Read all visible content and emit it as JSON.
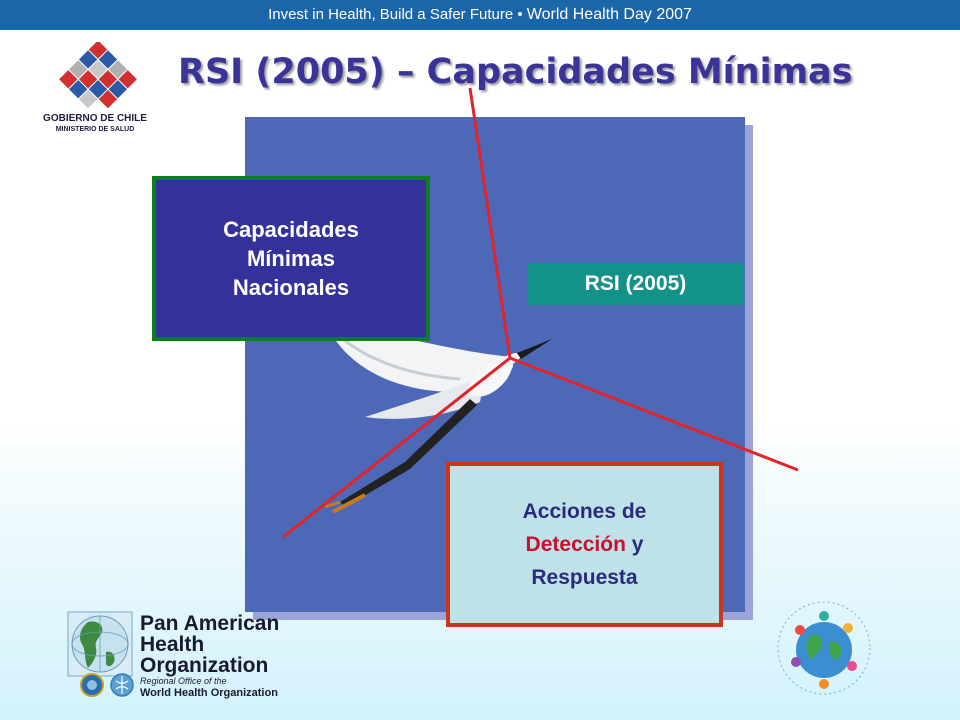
{
  "header": {
    "banner_left": "Invest in Health, Build a Safer Future",
    "banner_sep": " • ",
    "banner_right": "World Health Day 2007"
  },
  "title": "RSI (2005) –  Capacidades Mínimas",
  "chile_logo": {
    "icon": "chile-government-emblem-icon",
    "line1": "GOBIERNO DE CHILE",
    "line2": "MINISTERIO DE SALUD"
  },
  "boxes": {
    "capacidades": [
      "Capacidades",
      "Mínimas",
      "Nacionales"
    ],
    "rsi": "RSI (2005)",
    "acciones": {
      "line1": "Acciones de",
      "line2_red": "Detección",
      "line2_rest": " y",
      "line3": "Respuesta"
    }
  },
  "photo": {
    "icon": "flying-egret-photo"
  },
  "footer": {
    "paho_icon": "paho-globe-icon",
    "paho_name": [
      "Pan American",
      "Health",
      "Organization"
    ],
    "paho_sub1": "Regional Office of the",
    "paho_sub2": "World Health Organization",
    "whd_icon": "world-health-day-logo-icon"
  },
  "colors": {
    "banner": "#1a66a8",
    "title": "#3b3498",
    "accent_red": "#c8102e",
    "sky": "#4e68b8"
  }
}
